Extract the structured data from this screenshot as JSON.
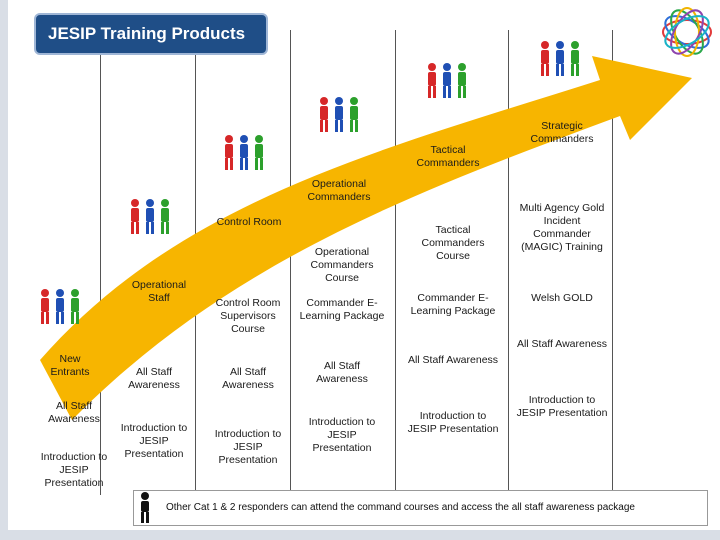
{
  "title": "JESIP Training Products",
  "stages": [
    {
      "name": "New Entrants",
      "courses": [
        "All Staff Awareness",
        "Introduction to JESIP Presentation"
      ]
    },
    {
      "name": "Operational Staff",
      "courses": [
        "All Staff Awareness",
        "Introduction to JESIP Presentation"
      ]
    },
    {
      "name": "Control Room",
      "courses": [
        "Control Room Supervisors Course",
        "All Staff Awareness",
        "Introduction to JESIP Presentation"
      ]
    },
    {
      "name": "Operational Commanders",
      "courses": [
        "Operational Commanders Course",
        "Commander E-Learning Package",
        "All Staff Awareness",
        "Introduction to JESIP Presentation"
      ]
    },
    {
      "name": "Tactical Commanders",
      "courses": [
        "Tactical Commanders Course",
        "Commander E-Learning Package",
        "All Staff Awareness",
        "Introduction to JESIP Presentation"
      ]
    },
    {
      "name": "Strategic Commanders",
      "courses": [
        "Multi Agency Gold Incident Commander (MAGIC) Training",
        "Welsh GOLD",
        "All Staff Awareness",
        "Introduction to JESIP Presentation"
      ]
    }
  ],
  "footer": "Other Cat 1 & 2 responders can attend the command courses and access the all staff awareness package",
  "colors": {
    "title_bg": "#1f4e87",
    "arrow": "#f7b500",
    "red": "#d62728",
    "blue": "#1f4fb4",
    "green": "#2ca02c",
    "logo_colors": [
      "#e23b3b",
      "#2e6fd8",
      "#2aa84a",
      "#f0b400",
      "#8e44ad",
      "#1ab3c7"
    ]
  },
  "icons": [
    "people-group-icon",
    "person-icon",
    "logo-icon"
  ]
}
